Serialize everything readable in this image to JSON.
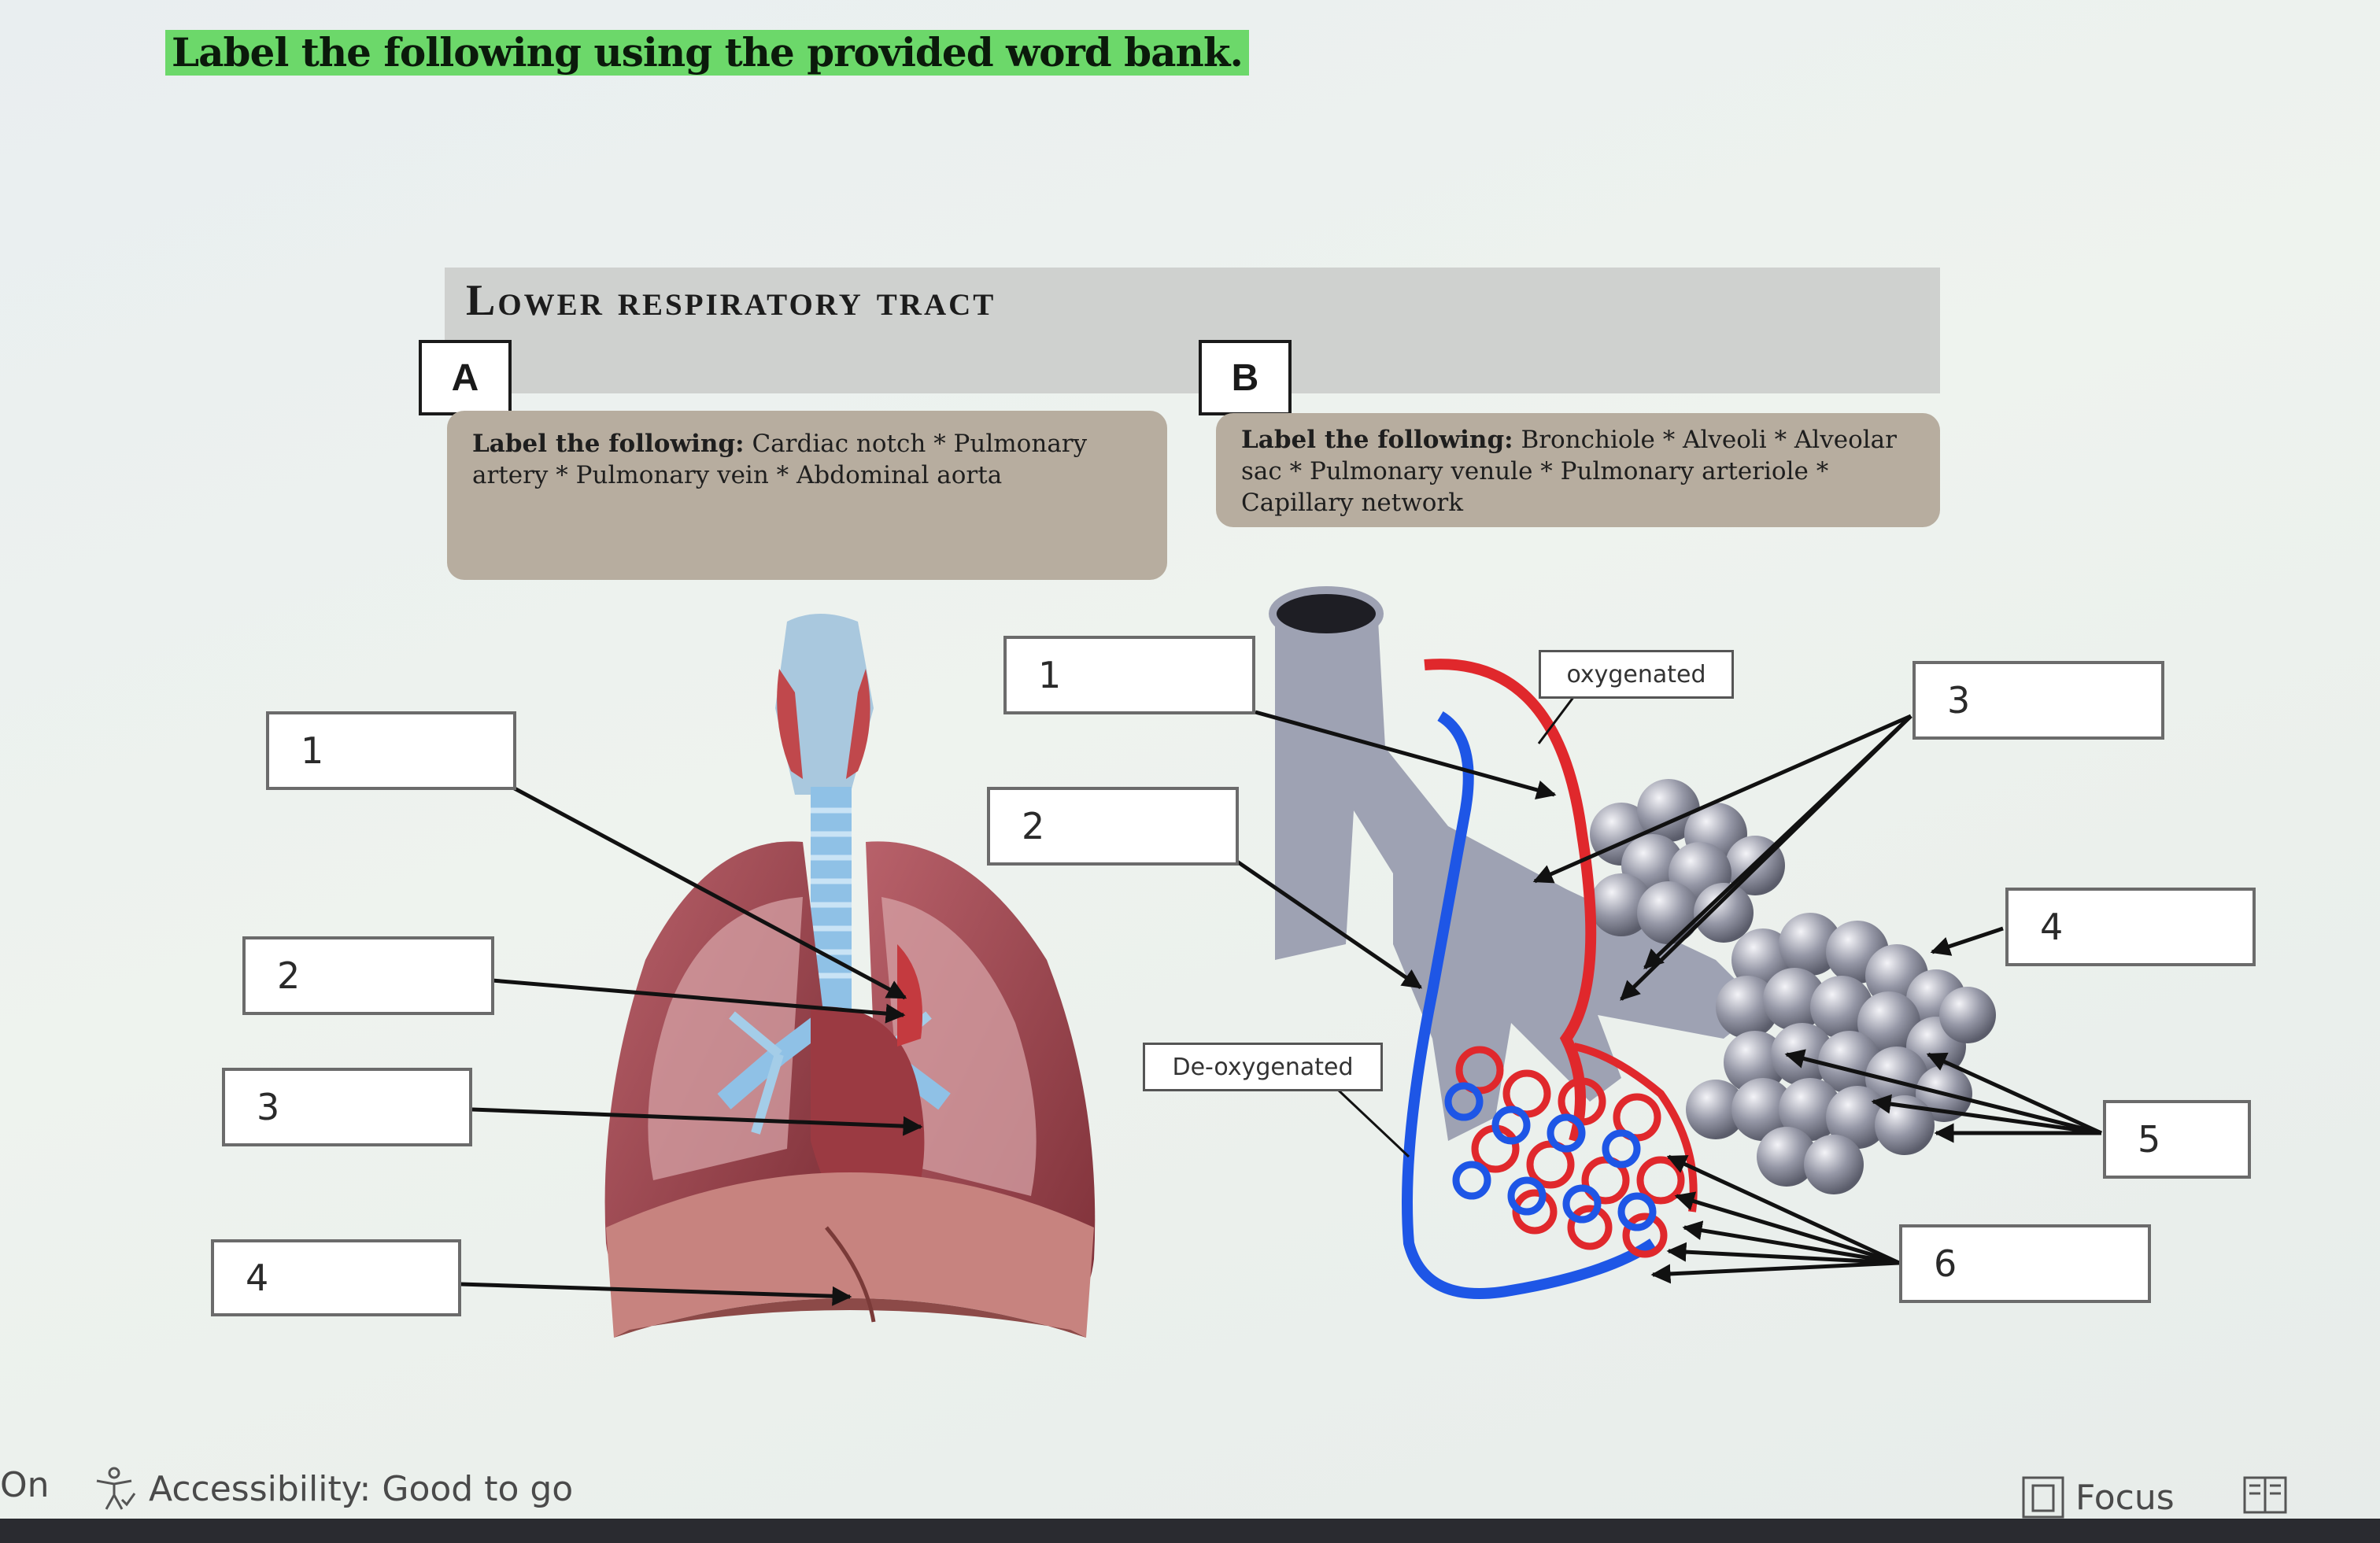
{
  "heading": "Label the following using the provided word bank.",
  "title": "Lower respiratory tract",
  "panel_a": {
    "tag": "A",
    "instructions_lead": "Label the following:",
    "instructions_text": "Cardiac notch * Pulmonary artery * Pulmonary vein * Abdominal aorta",
    "boxes": [
      "1",
      "2",
      "3",
      "4"
    ]
  },
  "panel_b": {
    "tag": "B",
    "instructions_lead": "Label the following:",
    "instructions_text": "Bronchiole * Alveoli * Alveolar sac * Pulmonary venule * Pulmonary arteriole * Capillary network",
    "boxes": [
      "1",
      "2",
      "3",
      "4",
      "5",
      "6"
    ],
    "oxygenated_label": "oxygenated",
    "deoxygenated_label": "De-oxygenated"
  },
  "statusbar": {
    "left_fragment": "On",
    "accessibility": "Accessibility: Good to go",
    "focus": "Focus"
  },
  "colors": {
    "heading_highlight": "#6cd86a",
    "instruction_panel": "#b7ad9f",
    "oxygenated": "#e0282c",
    "deoxygenated": "#1e56e6",
    "bronchus": "#9ea2b3"
  },
  "icons": [
    "accessibility-icon",
    "focus-icon",
    "book-view-icon"
  ]
}
